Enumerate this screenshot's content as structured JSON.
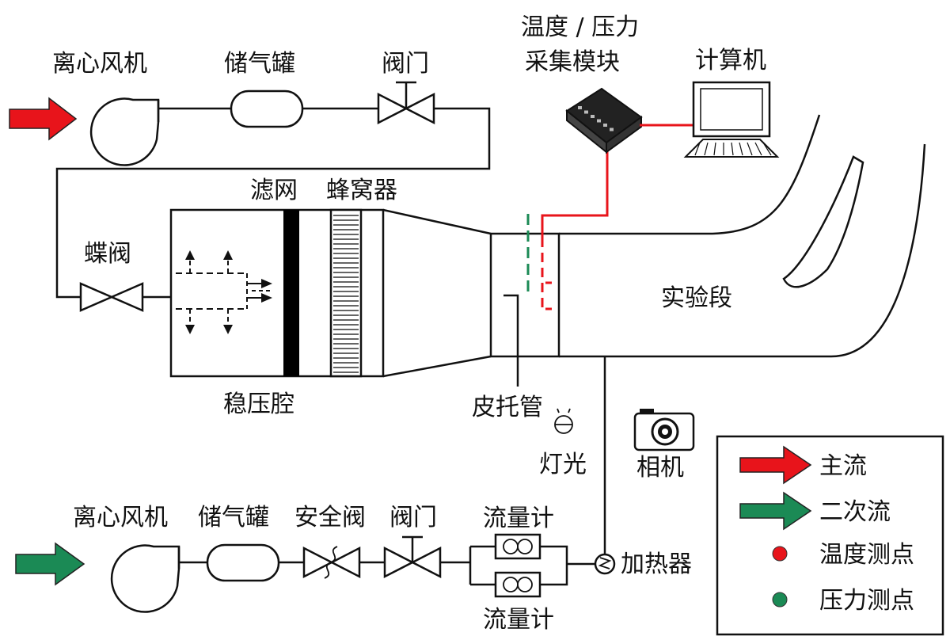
{
  "labels": {
    "top_fan": "离心风机",
    "top_tank": "储气罐",
    "top_valve": "阀门",
    "daq_line1": "温度 / 压力",
    "daq_line2": "采集模块",
    "computer": "计算机",
    "butterfly_valve": "蝶阀",
    "filter": "滤网",
    "honeycomb": "蜂窝器",
    "test_section": "实验段",
    "plenum": "稳压腔",
    "pitot": "皮托管",
    "light": "灯光",
    "camera": "相机",
    "bottom_fan": "离心风机",
    "bottom_tank": "储气罐",
    "safety_valve": "安全阀",
    "bottom_valve": "阀门",
    "flowmeter_top": "流量计",
    "flowmeter_bottom": "流量计",
    "heater": "加热器"
  },
  "legend": {
    "main_flow": "主流",
    "secondary_flow": "二次流",
    "temp_point": "温度测点",
    "pressure_point": "压力测点"
  },
  "colors": {
    "main_flow": "#e8141b",
    "secondary_flow": "#1b8a55",
    "temp_point": "#e8141b",
    "pressure_point": "#1b8a55",
    "line": "#111111"
  }
}
